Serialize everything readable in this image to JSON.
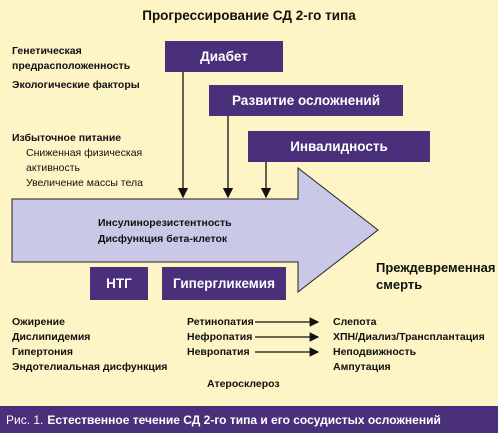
{
  "title": "Прогрессирование СД 2-го типа",
  "left_factors": {
    "genetic_line1": "Генетическая",
    "genetic_line2": "предрасположенность",
    "ecological": "Экологические факторы",
    "overeating": "Избыточное питание",
    "low_activity_line1": "Сниженная физическая",
    "low_activity_line2": "активность",
    "weight_gain": "Увеличение массы тела"
  },
  "stage_boxes": {
    "diabetes": "Диабет",
    "complications": "Развитие осложнений",
    "disability": "Инвалидность"
  },
  "main_arrow": {
    "line1": "Инсулинорезистентность",
    "line2": "Дисфункция бета-клеток",
    "end_line1": "Преждевременная",
    "end_line2": "смерть"
  },
  "small_boxes": {
    "ntg": "НТГ",
    "hyperglycemia": "Гипергликемия"
  },
  "conditions": [
    "Ожирение",
    "Дислипидемия",
    "Гипертония",
    "Эндотелиальная дисфункция"
  ],
  "complications": [
    {
      "from": "Ретинопатия",
      "to": "Слепота"
    },
    {
      "from": "Нефропатия",
      "to": "ХПН/Диализ/Трансплантация"
    },
    {
      "from": "Невропатия",
      "to": "Неподвижность"
    },
    {
      "from": "",
      "to": "Ампутация"
    }
  ],
  "atherosclerosis": "Атеросклероз",
  "caption": {
    "prefix": "Рис. 1.",
    "text": "Естественное течение СД 2-го типа и его сосудистых осложнений"
  },
  "colors": {
    "background": "#fdf5c6",
    "box_fill": "#4a2f7a",
    "arrow_fill": "#c9c8e6"
  }
}
